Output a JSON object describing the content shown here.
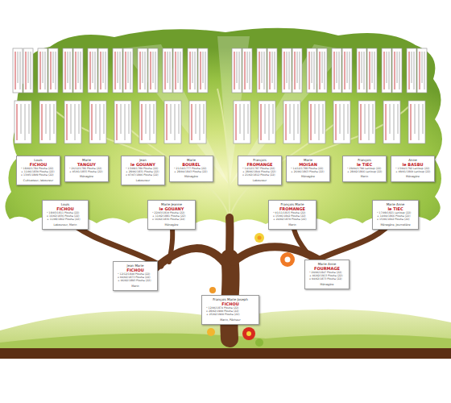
{
  "diagram": {
    "nodes": [
      {
        "text": [
          "François Marie Joseph",
          "FICHOU",
          "* 12/06/1874 Plouha (22)",
          "x 28/02/1900 Plouha (22)",
          "+ 25/02/1960 Plouha (22)",
          "Marin, Pêcheur"
        ]
      },
      {
        "text": [
          "Jean Marie",
          "FICHOU",
          "* 12/12/1840 Plouha (22)",
          "x 04/02/1873 Plouha (22)",
          "+ 06/02/1893 Plouha (22)",
          "Marin"
        ]
      },
      {
        "text": [
          "Marie Anne",
          "FOURMAGE",
          "* 20/06/1847 Plouha (22)",
          "+ 06/02/1913 Plouha (22)",
          "x 04/02/1873 Plouha (22)",
          "Ménagère"
        ]
      },
      {
        "text": [
          "Louis",
          "FICHOU",
          "* 18/03/1811 Plouha (22)",
          "x 16/02/1836 Plouha (22)",
          "+ 11/08/1862 Plouha (22)",
          "Laboureur, Marin"
        ]
      },
      {
        "text": [
          "Marie Jeanne",
          "le GOUANY",
          "* 22/03/1810 Plouha (22)",
          "+ 11/02/1881 Plouha (22)",
          "x 16/02/1836 Plouha (22)",
          "Ménagère"
        ]
      },
      {
        "text": [
          "François Marie",
          "FROMANGE",
          "* 01/11/1815 Plouha (22)",
          "x 15/06/1842 Plouha (22)",
          "+ 24/02/1870 Plouha (22)",
          "Marin"
        ]
      },
      {
        "text": [
          "Marie Anne",
          "le TIEC",
          "* 17/09/1821 Lanloup (22)",
          "+ 14/04/1866 Plouha (22)",
          "x 15/06/1842 Plouha (22)",
          "Ménagère, Journalière"
        ]
      },
      {
        "text": [
          "Louis",
          "FICHOU",
          "* 18/02/1784 Plouha (22)",
          "+ 11/06/1830 Plouha (22)",
          "x 13/05/1809 Plouha (22)",
          "Cultivateur, laboureur"
        ]
      },
      {
        "text": [
          "Marie",
          "TANGUY",
          "* 26/12/1786 Plouha (22)",
          "+ 05/01/1855 Plouha (22)",
          "Ménagère"
        ]
      },
      {
        "text": [
          "Jean",
          "le GOUANY",
          "* 13/09/1780 Plouha (22)",
          "+ 28/06/1831 Plouha (22)",
          "x 07/07/1806 Plouha (22)",
          "Laboureur"
        ]
      },
      {
        "text": [
          "Marie",
          "BOUREL",
          "* 21/10/1777 Plouha (22)",
          "+ 28/04/1843 Plouha (22)",
          "Ménagère"
        ]
      },
      {
        "text": [
          "François",
          "FROMANGE",
          "* 14/12/1787 Plouha (22)",
          "+ 28/06/1844 Plouha (22)",
          "x 21/02/1812 Plouha (22)",
          "Laboureur"
        ]
      },
      {
        "text": [
          "Marie",
          "MOISAN",
          "* 14/12/1788 Plouha (22)",
          "+ 26/06/1863 Plouha (22)",
          "Ménagère"
        ]
      },
      {
        "text": [
          "François",
          "le TIEC",
          "* 29/04/1790 Lanloup (22)",
          "+ 28/02/1866 Lanloup (22)",
          "Marin"
        ]
      },
      {
        "text": [
          "Anne",
          "le BASBU",
          "* 13/04/1792 Lanloup (22)",
          "+ 09/01/1860 Lanloup (22)",
          "Ménagère"
        ]
      }
    ]
  }
}
